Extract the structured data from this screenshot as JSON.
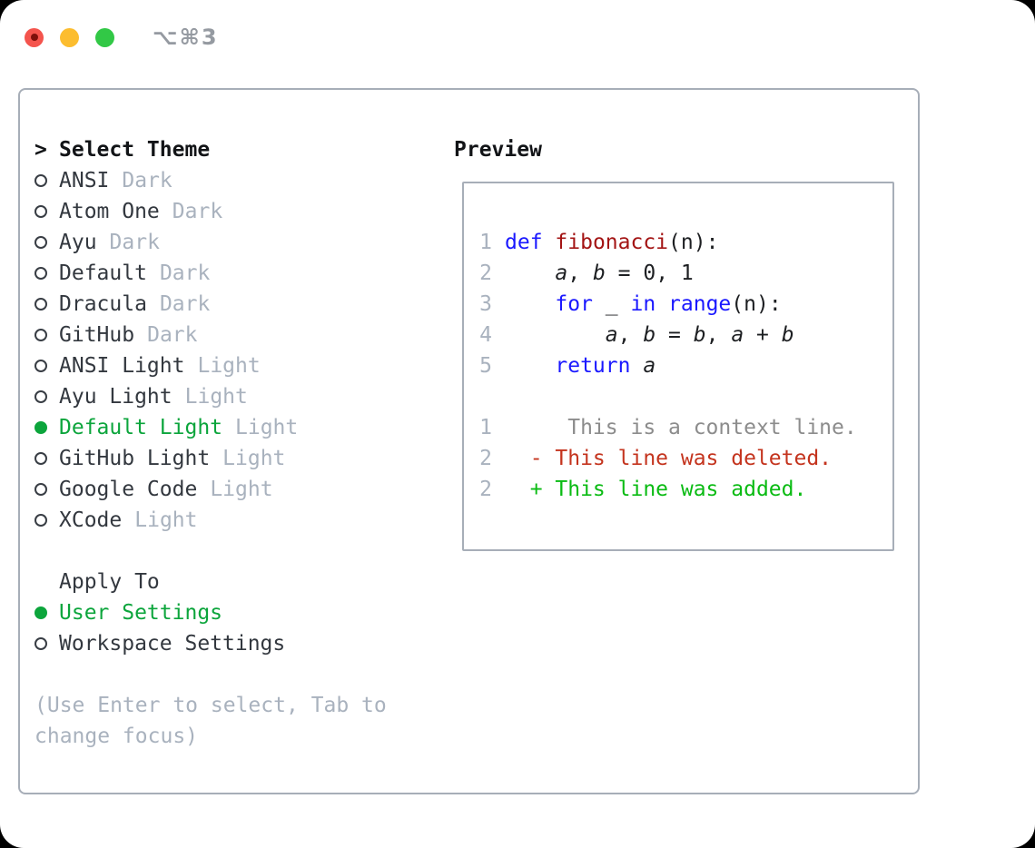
{
  "window": {
    "title": "⌥⌘3"
  },
  "theme_panel": {
    "heading_prefix": ">",
    "heading": "Select Theme",
    "items": [
      {
        "name": "ANSI",
        "variant": "Dark",
        "selected": false
      },
      {
        "name": "Atom One",
        "variant": "Dark",
        "selected": false
      },
      {
        "name": "Ayu",
        "variant": "Dark",
        "selected": false
      },
      {
        "name": "Default",
        "variant": "Dark",
        "selected": false
      },
      {
        "name": "Dracula",
        "variant": "Dark",
        "selected": false
      },
      {
        "name": "GitHub",
        "variant": "Dark",
        "selected": false
      },
      {
        "name": "ANSI Light",
        "variant": "Light",
        "selected": false
      },
      {
        "name": "Ayu Light",
        "variant": "Light",
        "selected": false
      },
      {
        "name": "Default Light",
        "variant": "Light",
        "selected": true
      },
      {
        "name": "GitHub Light",
        "variant": "Light",
        "selected": false
      },
      {
        "name": "Google Code",
        "variant": "Light",
        "selected": false
      },
      {
        "name": "XCode",
        "variant": "Light",
        "selected": false
      }
    ],
    "apply_heading": "Apply To",
    "apply_items": [
      {
        "name": "User Settings",
        "selected": true
      },
      {
        "name": "Workspace Settings",
        "selected": false
      }
    ],
    "hint": "(Use Enter to select, Tab to change focus)"
  },
  "preview": {
    "heading": "Preview",
    "lines": [
      {
        "num": "1",
        "parts": [
          [
            "kw",
            "def"
          ],
          [
            "pl",
            " "
          ],
          [
            "fn",
            "fibonacci"
          ],
          [
            "pl",
            "(n):"
          ]
        ]
      },
      {
        "num": "2",
        "parts": [
          [
            "pl",
            "    "
          ],
          [
            "va",
            "a"
          ],
          [
            "pl",
            ", "
          ],
          [
            "va",
            "b"
          ],
          [
            "pl",
            " = 0, 1"
          ]
        ]
      },
      {
        "num": "3",
        "parts": [
          [
            "pl",
            "    "
          ],
          [
            "kw",
            "for"
          ],
          [
            "pl",
            " _ "
          ],
          [
            "kw",
            "in"
          ],
          [
            "pl",
            " "
          ],
          [
            "kw",
            "range"
          ],
          [
            "pl",
            "(n):"
          ]
        ]
      },
      {
        "num": "4",
        "parts": [
          [
            "pl",
            "        "
          ],
          [
            "va",
            "a"
          ],
          [
            "pl",
            ", "
          ],
          [
            "va",
            "b"
          ],
          [
            "pl",
            " = "
          ],
          [
            "va",
            "b"
          ],
          [
            "pl",
            ", "
          ],
          [
            "va",
            "a"
          ],
          [
            "pl",
            " + "
          ],
          [
            "va",
            "b"
          ]
        ]
      },
      {
        "num": "5",
        "parts": [
          [
            "pl",
            "    "
          ],
          [
            "kw",
            "return"
          ],
          [
            "pl",
            " "
          ],
          [
            "va",
            "a"
          ]
        ]
      },
      {
        "num": "",
        "parts": []
      },
      {
        "num": "1",
        "parts": [
          [
            "ctx",
            "     This is a context line."
          ]
        ]
      },
      {
        "num": "2",
        "parts": [
          [
            "del",
            "  - This line was deleted."
          ]
        ]
      },
      {
        "num": "2",
        "parts": [
          [
            "add",
            "  + This line was added."
          ]
        ]
      }
    ]
  },
  "colors": {
    "accent-green": "#0ca53c",
    "keyword": "#1a18ff",
    "function": "#a31414",
    "code-text": "#1d1f22",
    "context-gray": "#8c8c8c",
    "deleted-red": "#c4341e",
    "added-green": "#0abb13",
    "muted-gray": "#a9b2be",
    "border-gray": "#a7aeb8",
    "item-text": "#33383f",
    "heading-text": "#121417",
    "titlebar-gray": "#959aa1",
    "light-red": "#f4544d",
    "light-red-dot": "#7d100b",
    "light-yellow": "#fcbd2f",
    "light-green": "#32c846"
  }
}
